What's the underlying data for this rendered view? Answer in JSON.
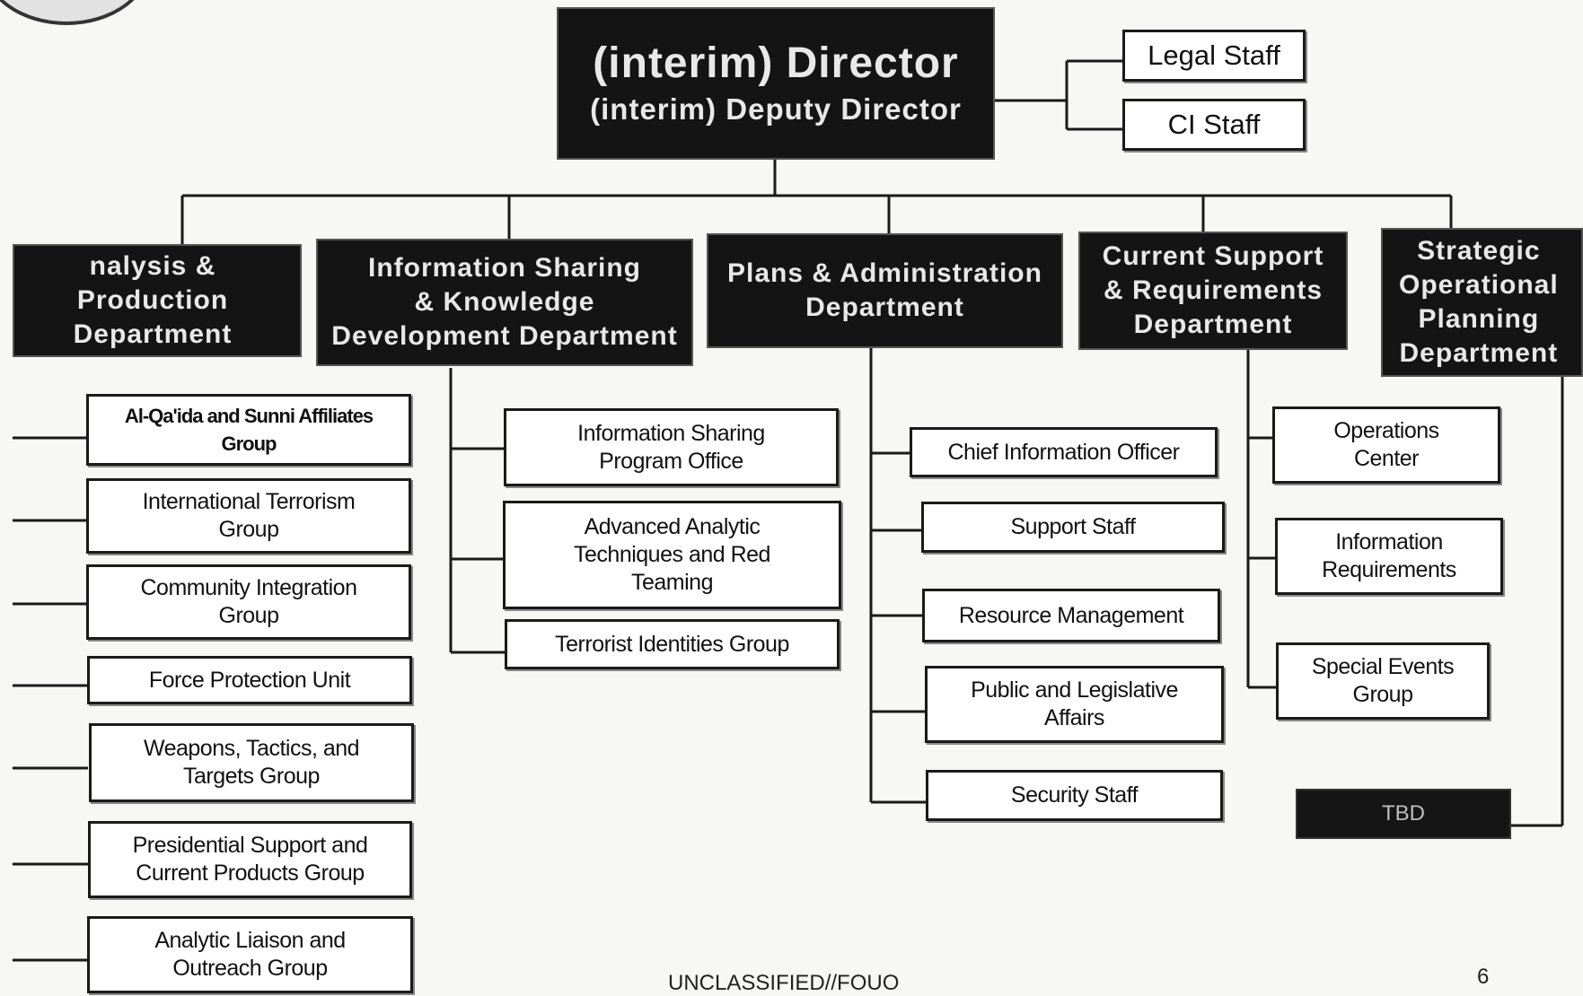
{
  "director": {
    "line1": "(interim) Director",
    "line2": "(interim) Deputy Director"
  },
  "staff": {
    "legal": "Legal Staff",
    "ci": "CI Staff"
  },
  "departments": {
    "analysis": "nalysis & Production\nDepartment",
    "info_sharing": "Information Sharing\n& Knowledge\nDevelopment Department",
    "plans_admin": "Plans & Administration\nDepartment",
    "current_support": "Current Support\n& Requirements\nDepartment",
    "strategic": "Strategic\nOperational\nPlanning\nDepartment"
  },
  "analysis_units": [
    "Al-Qa'ida and Sunni Affiliates\nGroup",
    "International Terrorism\nGroup",
    "Community Integration\nGroup",
    "Force Protection Unit",
    "Weapons, Tactics, and\nTargets Group",
    "Presidential Support and\nCurrent Products Group",
    "Analytic Liaison and\nOutreach Group"
  ],
  "info_sharing_units": [
    "Information Sharing\nProgram Office",
    "Advanced Analytic\nTechniques and Red\nTeaming",
    "Terrorist Identities Group"
  ],
  "plans_admin_units": [
    "Chief Information Officer",
    "Support Staff",
    "Resource Management",
    "Public and Legislative\nAffairs",
    "Security Staff"
  ],
  "current_support_units": [
    "Operations\nCenter",
    "Information\nRequirements",
    "Special Events\nGroup"
  ],
  "strategic_units": [
    "TBD"
  ],
  "footer": {
    "classification": "UNCLASSIFIED//FOUO",
    "page_number": "6"
  },
  "colors": {
    "dark_box": "#141414",
    "dark_text": "#e8e8e8",
    "line": "#1a1a1a",
    "background": "#f7f7f5"
  }
}
